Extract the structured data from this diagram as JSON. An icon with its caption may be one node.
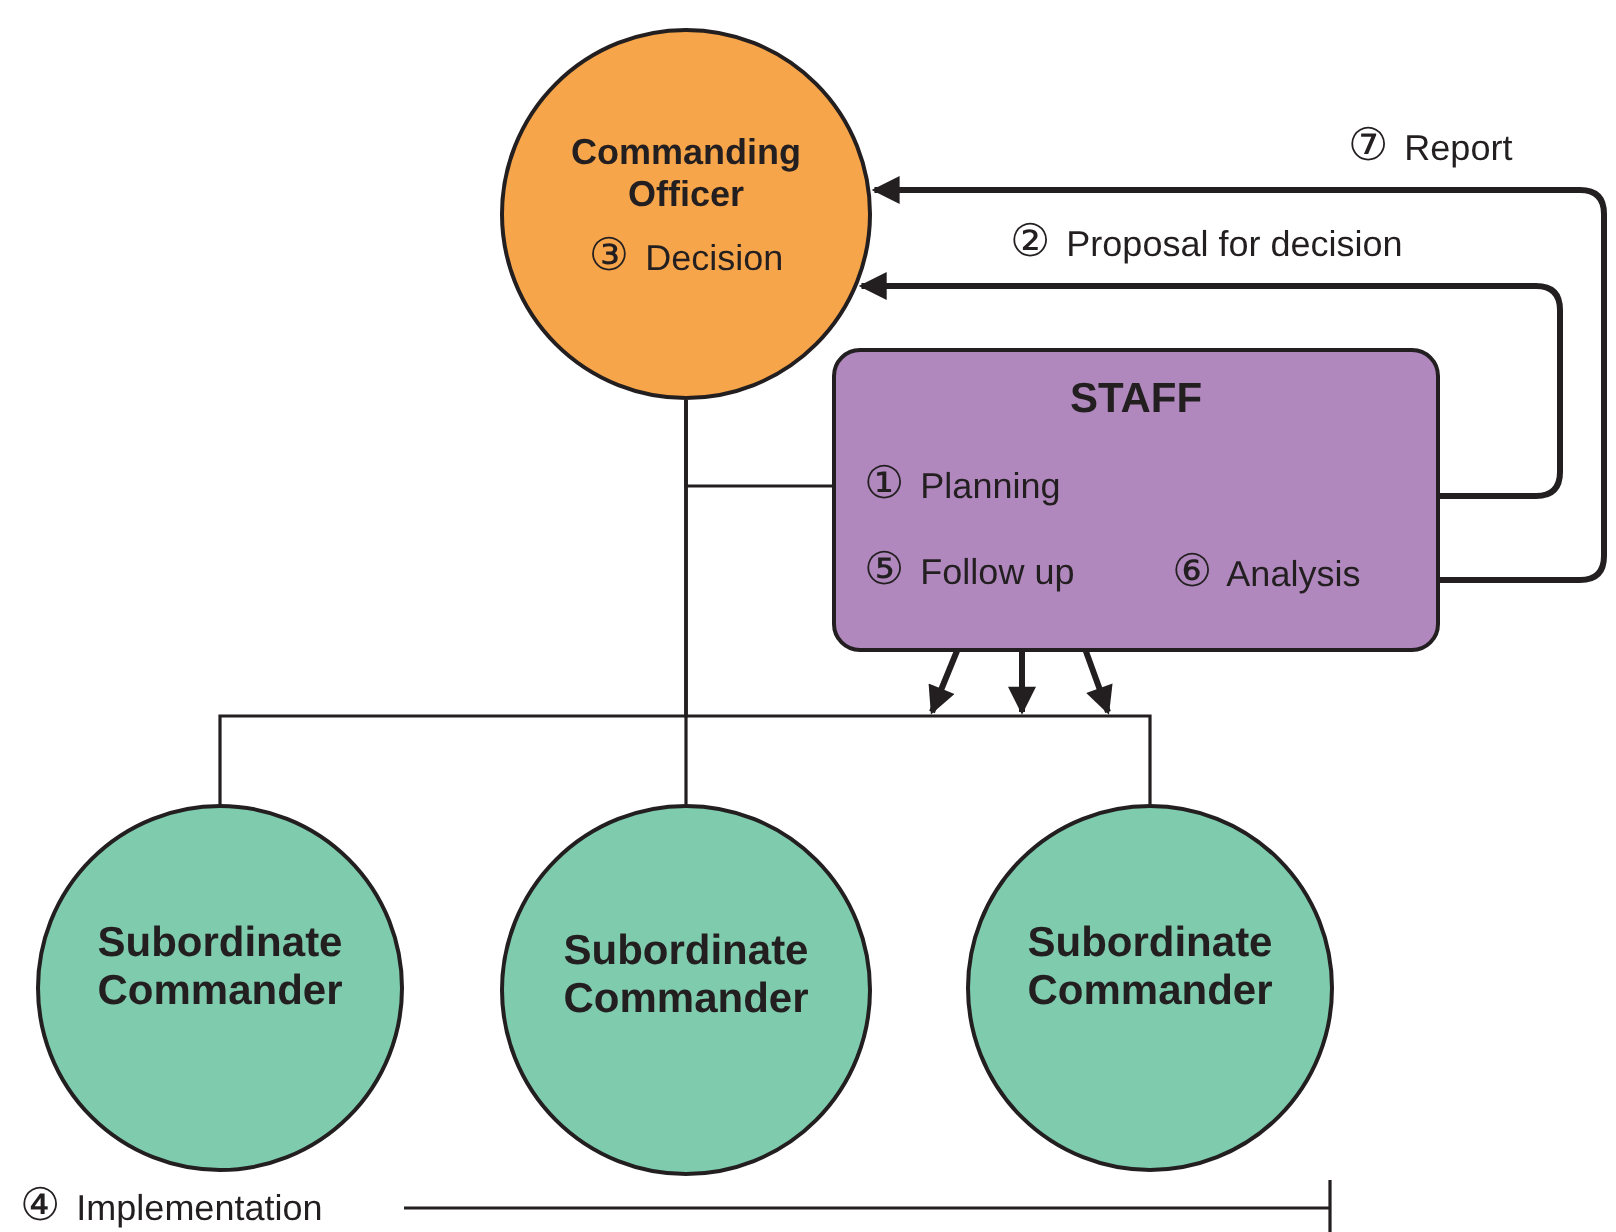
{
  "diagram": {
    "nodes": [
      {
        "text": [
          "Commanding Officer",
          "③ Decision"
        ]
      },
      {
        "text": [
          "STAFF",
          "① Planning",
          "⑤ Follow up",
          "⑥ Analysis"
        ]
      },
      {
        "text": [
          "Subordinate Commander"
        ]
      },
      {
        "text": [
          "Subordinate Commander"
        ]
      },
      {
        "text": [
          "Subordinate Commander"
        ]
      }
    ],
    "edges": [
      {
        "from": 1,
        "to": 0,
        "arrow": "to",
        "label": "⑦ Report"
      },
      {
        "from": 1,
        "to": 0,
        "arrow": "to",
        "label": "② Proposal for decision"
      },
      {
        "from": 1,
        "to": 0,
        "arrow": "none"
      },
      {
        "from": 0,
        "to": 2,
        "arrow": "none"
      },
      {
        "from": 0,
        "to": 3,
        "arrow": "none"
      },
      {
        "from": 0,
        "to": 4,
        "arrow": "none"
      },
      {
        "from": 1,
        "to": null,
        "arrow": "to"
      },
      {
        "from": 1,
        "to": null,
        "arrow": "to"
      },
      {
        "from": 1,
        "to": null,
        "arrow": "to"
      }
    ],
    "labels": [
      "④ Implementation"
    ]
  }
}
